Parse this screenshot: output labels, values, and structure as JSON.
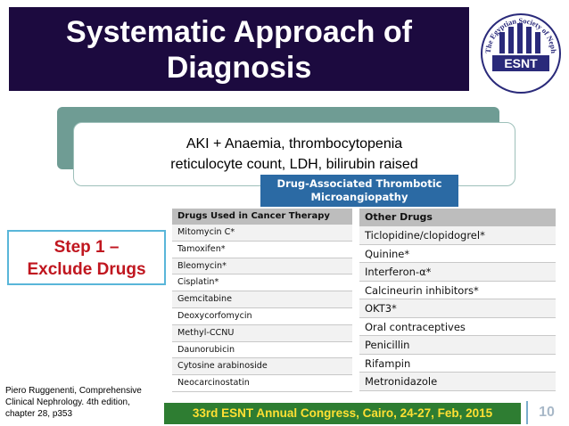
{
  "title": {
    "line1": "Systematic Approach of",
    "line2": "Diagnosis"
  },
  "logo": {
    "text": "ESNT",
    "ring_text": "The Egyptian Society of Nephrology and Transplantation"
  },
  "aki": {
    "line1": "AKI + Anaemia, thrombocytopenia",
    "line2": "reticulocyte count, LDH, bilirubin raised"
  },
  "dat": {
    "line1": "Drug-Associated Thrombotic",
    "line2": "Microangiopathy"
  },
  "table": {
    "left_header": "Drugs Used in Cancer Therapy",
    "left_rows": [
      "Mitomycin C*",
      "Tamoxifen*",
      "Bleomycin*",
      "Cisplatin*",
      "Gemcitabine",
      "Deoxycorfomycin",
      "Methyl-CCNU",
      "Daunorubicin",
      "Cytosine arabinoside",
      "Neocarcinostatin"
    ],
    "right_header": "Other Drugs",
    "right_rows": [
      "Ticlopidine/clopidogrel*",
      "Quinine*",
      "Interferon-α*",
      "Calcineurin inhibitors*",
      "OKT3*",
      "Oral contraceptives",
      "Penicillin",
      "Rifampin",
      "Metronidazole"
    ]
  },
  "step": {
    "line1": "Step 1 –",
    "line2": "Exclude Drugs"
  },
  "citation": {
    "line1": "Piero Ruggenenti, Comprehensive",
    "line2": "Clinical Nephrology. 4th edition,",
    "line3": "chapter 28, p353"
  },
  "footer": {
    "text": "33rd ESNT Annual Congress, Cairo, 24-27, Feb, 2015"
  },
  "page_number": "10",
  "colors": {
    "title_bg": "#1c0a3f",
    "accent_teal": "#6f9c94",
    "dat_blue": "#2b6aa4",
    "step_red": "#c0161f",
    "footer_green": "#2e7d32",
    "footer_text": "#ffe033"
  }
}
